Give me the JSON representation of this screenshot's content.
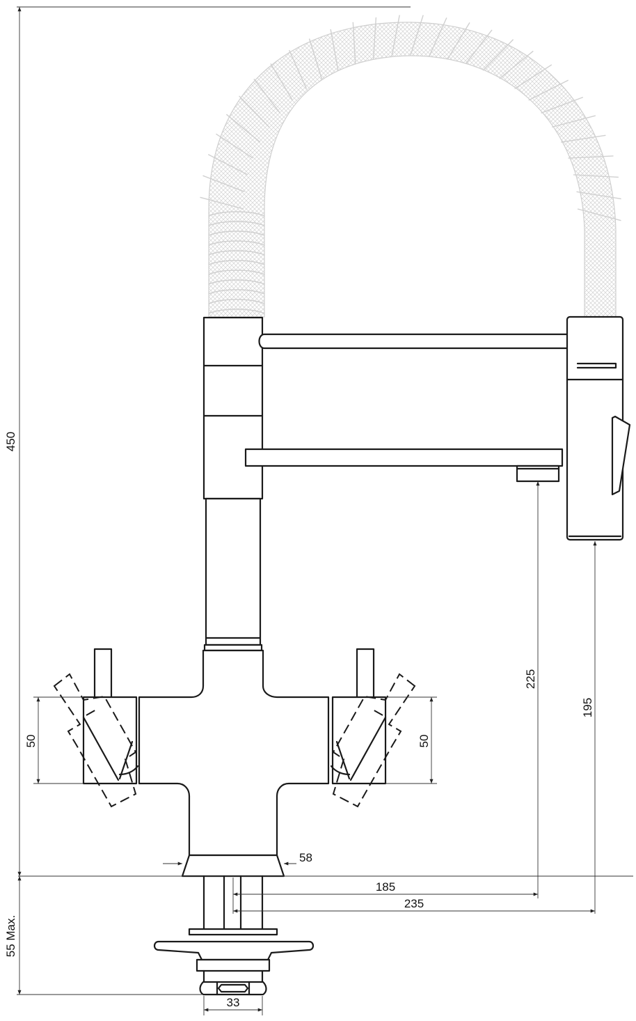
{
  "dimensions": {
    "total_height": "450",
    "base_depth": "55 Max.",
    "lever_left": "50",
    "lever_right": "50",
    "spout_height": "225",
    "spray_height": "195",
    "base_width": "58",
    "spout_reach": "185",
    "spray_reach": "235",
    "shank_width": "33"
  }
}
